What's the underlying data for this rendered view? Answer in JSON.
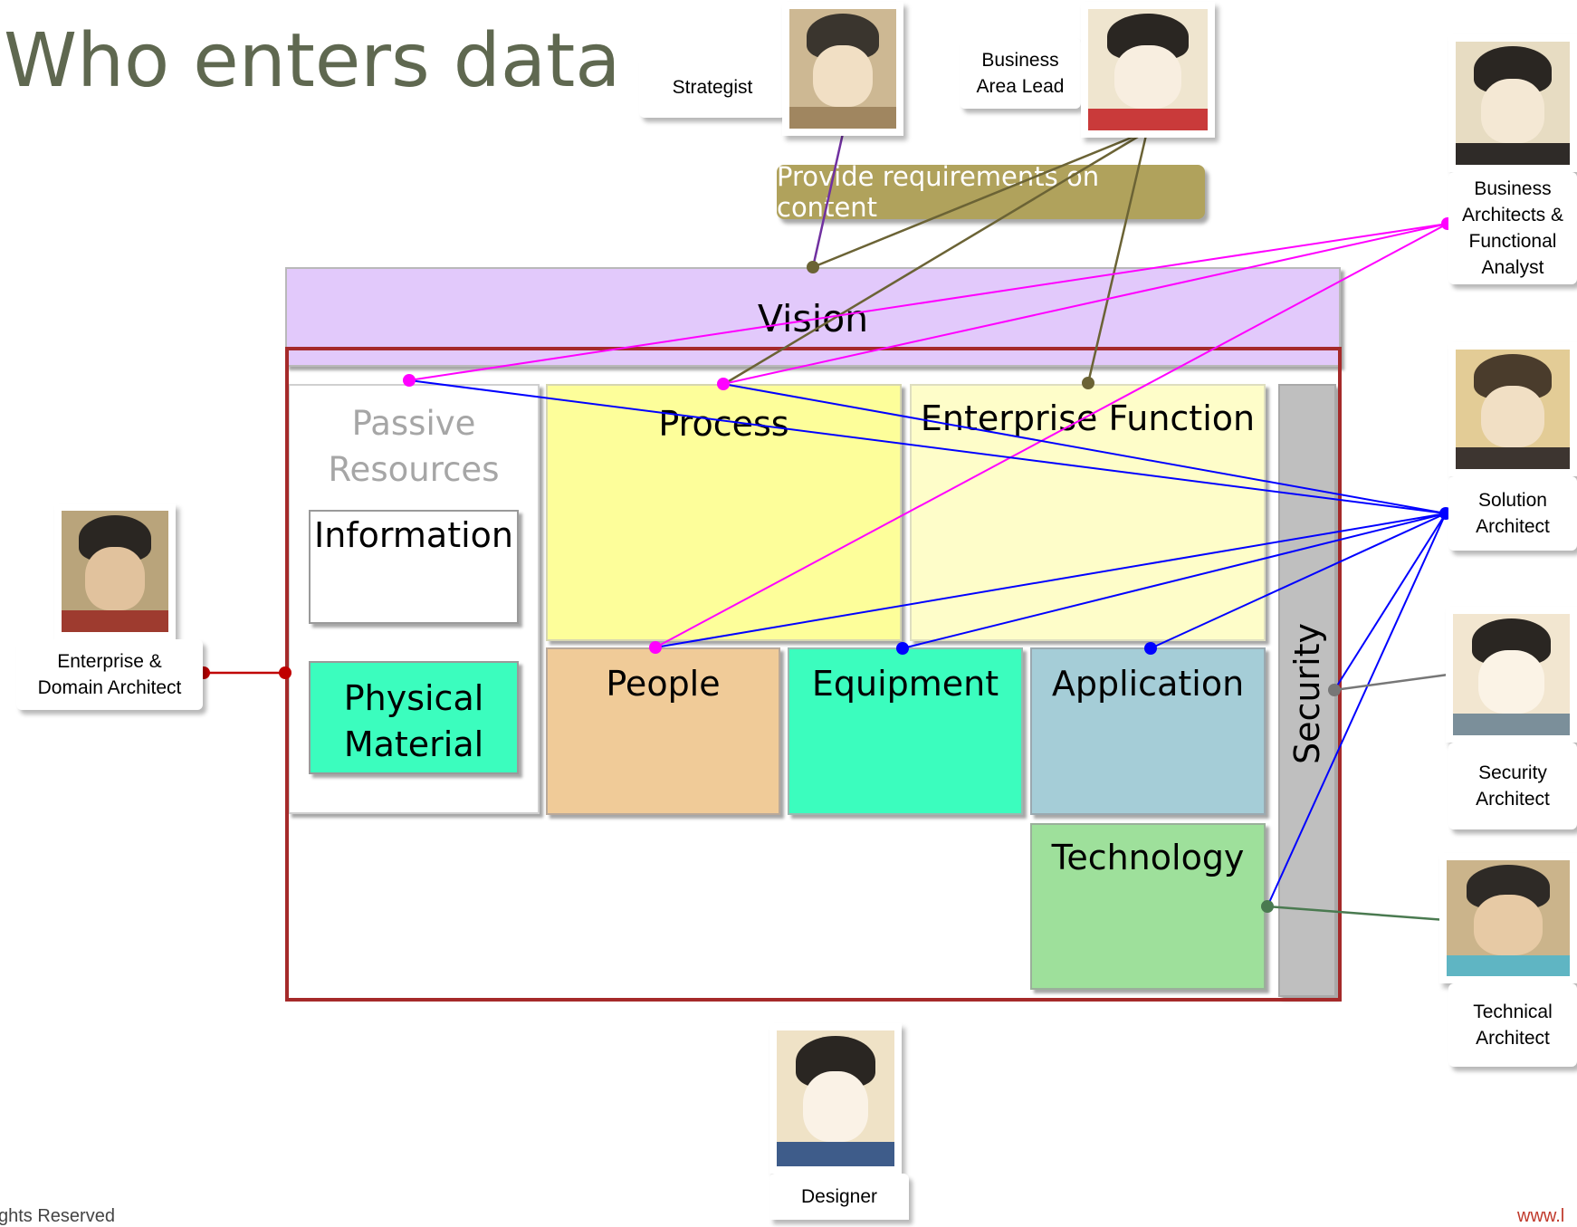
{
  "title": "Who enters data",
  "banner": "Provide requirements on content",
  "blocks": {
    "vision": "Vision",
    "passive_resources": "Passive\nResources",
    "information": "Information",
    "physical_material": "Physical\nMaterial",
    "process": "Process",
    "enterprise_function": "Enterprise Function",
    "people": "People",
    "equipment": "Equipment",
    "application": "Application",
    "technology": "Technology",
    "security": "Security"
  },
  "roles": {
    "strategist": "Strategist",
    "business_area_lead": "Business\nArea Lead",
    "business_architects": "Business\nArchitects &\nFunctional\nAnalyst",
    "solution_architect": "Solution\nArchitect",
    "security_architect": "Security\nArchitect",
    "technical_architect": "Technical\nArchitect",
    "enterprise_architect": "Enterprise  &\nDomain Architect",
    "designer": "Designer"
  },
  "footer": {
    "left": "ghts Reserved",
    "right": "www.l"
  },
  "colors": {
    "title": "#5f6850",
    "vision": "#e2c9fb",
    "frame": "#a52a2a",
    "process": "#fdfe9a",
    "enterprise_function": "#fefdc9",
    "people": "#f0cb98",
    "equipment": "#3bfdbe",
    "application": "#a5cdd7",
    "technology": "#9ee09b",
    "security": "#bfbfbf",
    "physical_material": "#3bfdbe",
    "banner": "#b0a25c",
    "link_business": "#ff00ff",
    "link_solution": "#0000ff",
    "link_requirements": "#6b6335",
    "link_strategist": "#7030a0",
    "link_security": "#777777",
    "link_technical": "#4a7a50",
    "link_enterprise": "#c00000"
  }
}
